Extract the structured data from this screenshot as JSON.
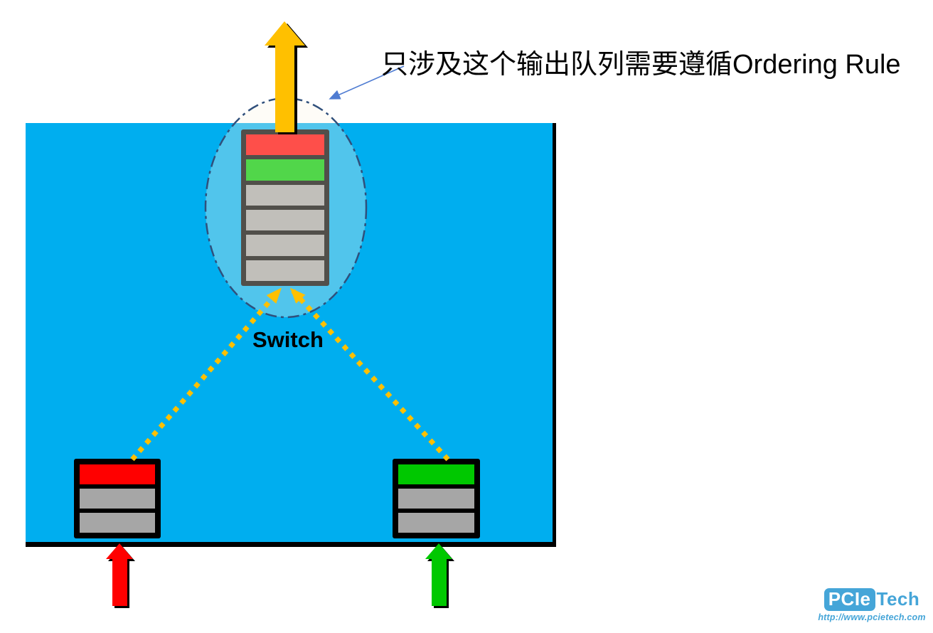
{
  "annotation": {
    "text": "只涉及这个输出队列需要遵循Ordering Rule"
  },
  "labels": {
    "switch": "Switch"
  },
  "logo": {
    "badge": "PCIe",
    "suffix": "Tech",
    "url": "http://www.pcietech.com"
  },
  "diagram": {
    "queues": {
      "output_queue": {
        "cells": [
          "red",
          "green",
          "gray",
          "gray",
          "gray",
          "gray"
        ]
      },
      "ingress_left": {
        "cells": [
          "red",
          "gray",
          "gray"
        ]
      },
      "ingress_right": {
        "cells": [
          "green",
          "gray",
          "gray"
        ]
      }
    }
  },
  "colors": {
    "switch_body": "#00AEEF",
    "arrow_yellow": "#FFC000",
    "cell_red": "#FF0000",
    "cell_green": "#00C800",
    "cell_gray": "#A6A6A6",
    "queue_border": "#000000",
    "ellipse_stroke": "#30507C",
    "ellipse_fill": "rgba(253,247,231,0.32)",
    "annotation_arrow": "#4F7CD2",
    "ingress_arrow_red": "#FF0000",
    "ingress_arrow_green": "#00C800",
    "logo_blue": "#45A5D8"
  }
}
